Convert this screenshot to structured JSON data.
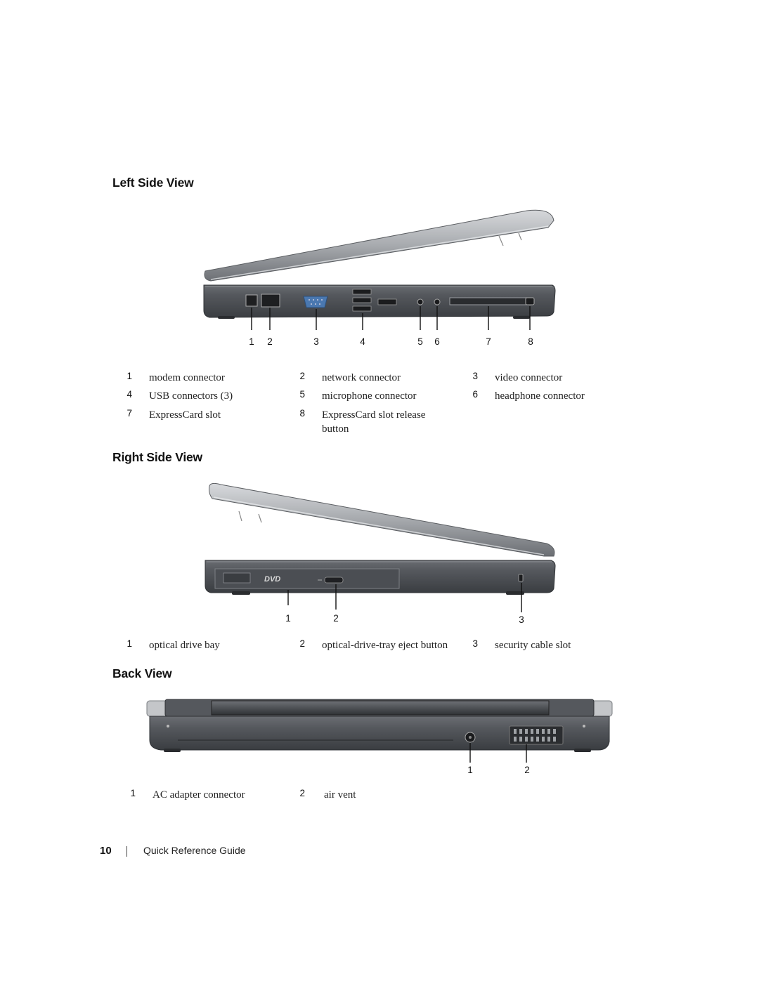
{
  "sections": {
    "left": {
      "title": "Left Side View",
      "callouts": [
        "1",
        "2",
        "3",
        "4",
        "5",
        "6",
        "7",
        "8"
      ],
      "legend": [
        [
          {
            "n": "1",
            "t": "modem connector"
          },
          {
            "n": "2",
            "t": "network connector"
          },
          {
            "n": "3",
            "t": "video connector"
          }
        ],
        [
          {
            "n": "4",
            "t": "USB connectors (3)"
          },
          {
            "n": "5",
            "t": "microphone connector"
          },
          {
            "n": "6",
            "t": "headphone connector"
          }
        ],
        [
          {
            "n": "7",
            "t": "ExpressCard slot"
          },
          {
            "n": "8",
            "t": "ExpressCard slot release button"
          }
        ]
      ]
    },
    "right": {
      "title": "Right Side View",
      "callouts": [
        "1",
        "2",
        "3"
      ],
      "dvd_logo": "DVD",
      "legend": [
        [
          {
            "n": "1",
            "t": "optical drive bay"
          },
          {
            "n": "2",
            "t": "optical-drive-tray eject button"
          },
          {
            "n": "3",
            "t": "security cable slot"
          }
        ]
      ]
    },
    "back": {
      "title": "Back View",
      "callouts": [
        "1",
        "2"
      ],
      "legend": [
        [
          {
            "n": "1",
            "t": "AC adapter connector"
          },
          {
            "n": "2",
            "t": "air vent"
          }
        ]
      ]
    }
  },
  "footer": {
    "page_number": "10",
    "guide_title": "Quick Reference Guide"
  },
  "colors": {
    "laptop_body": "#4a4d52",
    "laptop_lid": "#b9bcc0",
    "port_blue": "#4a78b0"
  }
}
